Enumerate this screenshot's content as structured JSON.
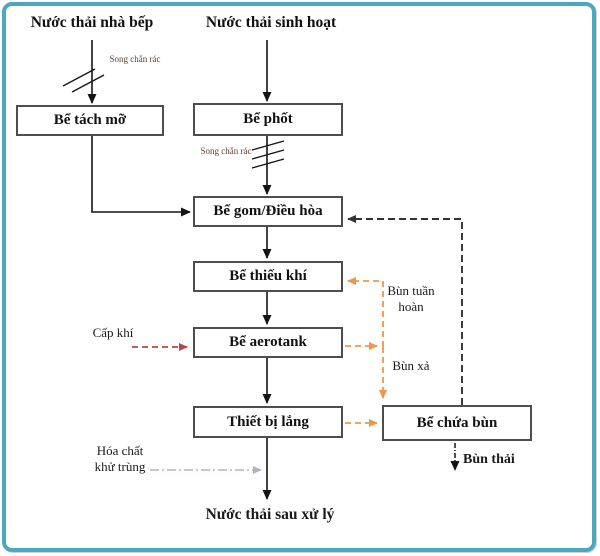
{
  "sources": [
    {
      "label": "Nước thải nhà bếp"
    },
    {
      "label": "Nước thải sinh hoạt"
    }
  ],
  "tanks": [
    {
      "label": "Bể tách mỡ"
    },
    {
      "label": "Bể phốt"
    },
    {
      "label": "Bể gom/Điều hòa"
    },
    {
      "label": "Bể thiếu khí"
    },
    {
      "label": "Bể aerotank"
    },
    {
      "label": "Thiết bị lắng"
    },
    {
      "label": "Bể chứa bùn"
    }
  ],
  "flow_labels": {
    "screen_kitchen": "Song chắn rác",
    "screen_septic": "Song chắn rác",
    "air_supply": "Cấp khí",
    "sludge_recirculation": "Bùn tuần hoàn",
    "sludge_discharge": "Bùn xả",
    "sludge_waste": "Bùn thải",
    "disinfectant": "Hóa chất khử trùng",
    "effluent": "Nước thải sau xử lý"
  },
  "colors": {
    "frame_border": "#4aa9c0",
    "line_black": "#141414",
    "line_dark_dashed": "#333333",
    "line_orange": "#f0964b",
    "line_red": "#b04a4a",
    "line_lavender": "#b3b1c9",
    "screen_label": "#5c4033"
  }
}
